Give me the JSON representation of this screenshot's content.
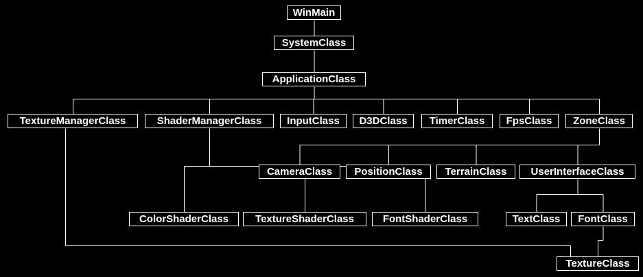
{
  "colors": {
    "background": "#000000",
    "foreground": "#ffffff"
  },
  "nodes": {
    "winmain": "WinMain",
    "systemclass": "SystemClass",
    "applicationclass": "ApplicationClass",
    "texturemanagerclass": "TextureManagerClass",
    "shadermanagerclass": "ShaderManagerClass",
    "inputclass": "InputClass",
    "d3dclass": "D3DClass",
    "timerclass": "TimerClass",
    "fpsclass": "FpsClass",
    "zoneclass": "ZoneClass",
    "cameraclass": "CameraClass",
    "positionclass": "PositionClass",
    "terrainclass": "TerrainClass",
    "userinterfaceclass": "UserInterfaceClass",
    "colorshaderclass": "ColorShaderClass",
    "textureshaderclass": "TextureShaderClass",
    "fontshaderclass": "FontShaderClass",
    "textclass": "TextClass",
    "fontclass": "FontClass",
    "textureclass": "TextureClass"
  },
  "edges": [
    [
      "winmain",
      "systemclass"
    ],
    [
      "systemclass",
      "applicationclass"
    ],
    [
      "applicationclass",
      "texturemanagerclass"
    ],
    [
      "applicationclass",
      "shadermanagerclass"
    ],
    [
      "applicationclass",
      "inputclass"
    ],
    [
      "applicationclass",
      "d3dclass"
    ],
    [
      "applicationclass",
      "timerclass"
    ],
    [
      "applicationclass",
      "fpsclass"
    ],
    [
      "applicationclass",
      "zoneclass"
    ],
    [
      "zoneclass",
      "cameraclass"
    ],
    [
      "zoneclass",
      "positionclass"
    ],
    [
      "zoneclass",
      "terrainclass"
    ],
    [
      "zoneclass",
      "userinterfaceclass"
    ],
    [
      "shadermanagerclass",
      "colorshaderclass"
    ],
    [
      "shadermanagerclass",
      "textureshaderclass"
    ],
    [
      "shadermanagerclass",
      "fontshaderclass"
    ],
    [
      "userinterfaceclass",
      "textclass"
    ],
    [
      "userinterfaceclass",
      "fontclass"
    ],
    [
      "fontclass",
      "textureclass"
    ],
    [
      "texturemanagerclass",
      "textureclass"
    ]
  ]
}
